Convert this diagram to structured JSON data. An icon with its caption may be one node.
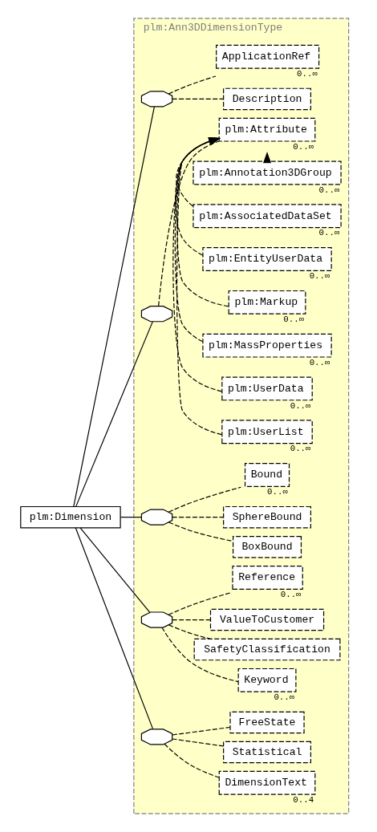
{
  "diagram": {
    "nodes": [
      {
        "text": [
          "plm:Dimension"
        ]
      },
      {
        "text": [
          "plm:Ann3DDimensionType"
        ]
      },
      {
        "text": [],
        "shape": "octagon",
        "in": 1
      },
      {
        "text": [
          "Description"
        ],
        "in": 1
      },
      {
        "text": [
          "ApplicationRef"
        ],
        "in": 1,
        "beside": [
          "0..∞"
        ]
      },
      {
        "text": [],
        "shape": "octagon",
        "in": 1
      },
      {
        "text": [
          "plm:Attribute"
        ],
        "in": 1,
        "beside": [
          "0..∞"
        ]
      },
      {
        "text": [
          "plm:Annotation3DGroup"
        ],
        "in": 1,
        "beside": [
          "0..∞"
        ]
      },
      {
        "text": [
          "plm:AssociatedDataSet"
        ],
        "in": 1,
        "beside": [
          "0..∞"
        ]
      },
      {
        "text": [
          "plm:EntityUserData"
        ],
        "in": 1,
        "beside": [
          "0..∞"
        ]
      },
      {
        "text": [
          "plm:Markup"
        ],
        "in": 1,
        "beside": [
          "0..∞"
        ]
      },
      {
        "text": [
          "plm:MassProperties"
        ],
        "in": 1,
        "beside": [
          "0..∞"
        ]
      },
      {
        "text": [
          "plm:UserData"
        ],
        "in": 1,
        "beside": [
          "0..∞"
        ]
      },
      {
        "text": [
          "plm:UserList"
        ],
        "in": 1,
        "beside": [
          "0..∞"
        ]
      },
      {
        "text": [],
        "shape": "octagon",
        "in": 1
      },
      {
        "text": [
          "BoxBound"
        ],
        "in": 1
      },
      {
        "text": [
          "SphereBound"
        ],
        "in": 1
      },
      {
        "text": [
          "Bound"
        ],
        "in": 1,
        "beside": [
          "0..∞"
        ]
      },
      {
        "text": [],
        "shape": "octagon",
        "in": 1
      },
      {
        "text": [
          "Keyword"
        ],
        "in": 1,
        "beside": [
          "0..∞"
        ]
      },
      {
        "text": [
          "SafetyClassification"
        ],
        "in": 1
      },
      {
        "text": [
          "ValueToCustomer"
        ],
        "in": 1
      },
      {
        "text": [
          "Reference"
        ],
        "in": 1,
        "beside": [
          "0..∞"
        ]
      },
      {
        "text": [],
        "shape": "octagon",
        "in": 1
      },
      {
        "text": [
          "DimensionText"
        ],
        "in": 1,
        "beside": [
          "0..4"
        ]
      },
      {
        "text": [
          "Statistical"
        ],
        "in": 1
      },
      {
        "text": [
          "FreeState"
        ],
        "in": 1
      }
    ],
    "edges": [
      {
        "from": 0,
        "to": 2,
        "arrow": "none"
      },
      {
        "from": 0,
        "to": 5,
        "arrow": "none"
      },
      {
        "from": 0,
        "to": 14,
        "arrow": "none"
      },
      {
        "from": 0,
        "to": 18,
        "arrow": "none"
      },
      {
        "from": 0,
        "to": 23,
        "arrow": "none"
      },
      {
        "from": 2,
        "to": 3,
        "arrow": "none",
        "style": "dashed"
      },
      {
        "from": 2,
        "to": 4,
        "arrow": "none",
        "style": "dashed"
      },
      {
        "from": 5,
        "to": 6,
        "arrow": "none",
        "style": "dashed"
      },
      {
        "from": 7,
        "to": 6,
        "arrow": "to",
        "style": "dashed"
      },
      {
        "from": 8,
        "to": 6,
        "arrow": "to",
        "style": "dashed"
      },
      {
        "from": 9,
        "to": 6,
        "arrow": "to",
        "style": "dashed"
      },
      {
        "from": 10,
        "to": 6,
        "arrow": "to",
        "style": "dashed"
      },
      {
        "from": 11,
        "to": 6,
        "arrow": "to",
        "style": "dashed"
      },
      {
        "from": 12,
        "to": 6,
        "arrow": "to",
        "style": "dashed"
      },
      {
        "from": 13,
        "to": 6,
        "arrow": "to",
        "style": "dashed"
      },
      {
        "from": 14,
        "to": 15,
        "arrow": "none",
        "style": "dashed"
      },
      {
        "from": 14,
        "to": 16,
        "arrow": "none",
        "style": "dashed"
      },
      {
        "from": 14,
        "to": 17,
        "arrow": "none",
        "style": "dashed"
      },
      {
        "from": 18,
        "to": 19,
        "arrow": "none",
        "style": "dashed"
      },
      {
        "from": 18,
        "to": 20,
        "arrow": "none",
        "style": "dashed"
      },
      {
        "from": 18,
        "to": 21,
        "arrow": "none",
        "style": "dashed"
      },
      {
        "from": 18,
        "to": 22,
        "arrow": "none",
        "style": "dashed"
      },
      {
        "from": 23,
        "to": 24,
        "arrow": "none",
        "style": "dashed"
      },
      {
        "from": 23,
        "to": 25,
        "arrow": "none",
        "style": "dashed"
      },
      {
        "from": 23,
        "to": 26,
        "arrow": "none",
        "style": "dashed"
      }
    ]
  }
}
